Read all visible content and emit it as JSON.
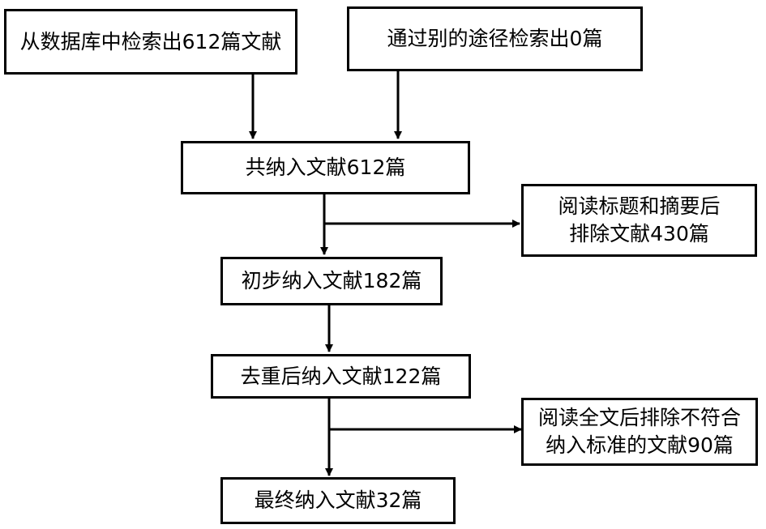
{
  "flowchart": {
    "sources": {
      "database": "从数据库中检索出612篇文献",
      "other": "通过别的途径检索出0篇"
    },
    "total": "共纳入文献612篇",
    "exclude_title_abstract": {
      "line1": "阅读标题和摘要后",
      "line2": "排除文献430篇"
    },
    "initial": "初步纳入文献182篇",
    "dedup": "去重后纳入文献122篇",
    "exclude_fulltext": {
      "line1": "阅读全文后排除不符合",
      "line2": "纳入标准的文献90篇"
    },
    "final": "最终纳入文献32篇"
  },
  "colors": {
    "stroke": "#000000",
    "background": "#ffffff"
  }
}
